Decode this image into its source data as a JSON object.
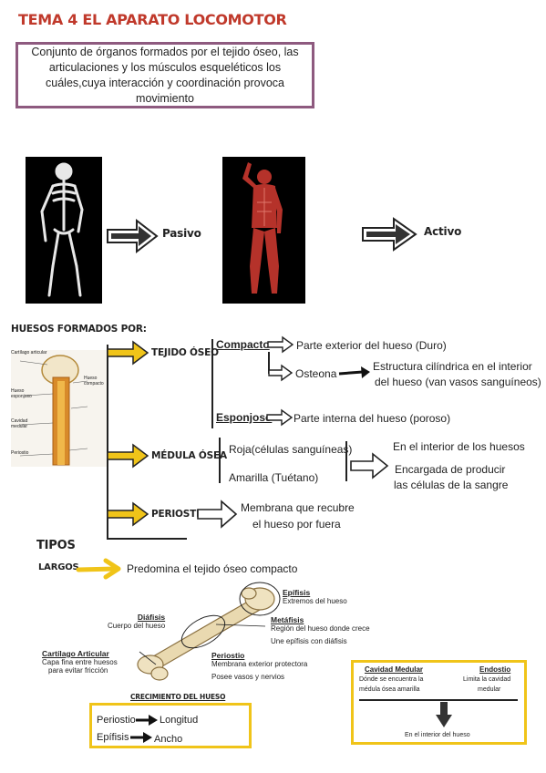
{
  "title": "TEMA 4 EL APARATO LOCOMOTOR",
  "definition": "Conjunto de órganos formados por el tejido óseo, las articulaciones y los músculos esqueléticos los cuáles,cuya interacción y coordinación provoca movimiento",
  "labels": {
    "pasivo": "Pasivo",
    "activo": "Activo",
    "huesos_formados": "HUESOS FORMADOS POR:",
    "tejido_oseo": "TEJIDO ÓSEO",
    "medula_osea": "MÉDULA ÓSEA",
    "periostio": "PERIOSTIO",
    "tipos": "TIPOS",
    "largos": "LARGOS"
  },
  "tejido": {
    "compacto": "Compacto",
    "compacto_desc": "Parte exterior del hueso (Duro)",
    "osteona": "Osteona",
    "osteona_desc_1": "Estructura cilíndrica en el interior",
    "osteona_desc_2": "del hueso (van vasos sanguíneos)",
    "esponjoso": "Esponjoso",
    "esponjoso_desc": "Parte interna del hueso (poroso)"
  },
  "medula": {
    "roja": "Roja(células sanguíneas)",
    "amarilla": "Amarilla (Tuétano)",
    "desc_1": "En el interior de los huesos",
    "desc_2a": "Encargada de producir",
    "desc_2b": "las células de la sangre"
  },
  "periostio": {
    "desc_1": "Membrana que recubre",
    "desc_2": "el hueso por fuera"
  },
  "largos_desc": "Predomina el tejido óseo compacto",
  "bone_diagram_labels": {
    "l1": "Cartílago articular",
    "l2": "Hueso esponjoso",
    "l3": "Cavidad medular",
    "l4": "Hueso compacto",
    "l5": "Periostio"
  },
  "parts": {
    "epifisis": "Epífisis",
    "epifisis_desc": "Extremos del hueso",
    "diafisis": "Diáfisis",
    "diafisis_desc": "Cuerpo del hueso",
    "metafisis": "Metáfisis",
    "metafisis_desc_1": "Región del hueso donde crece",
    "metafisis_desc_2": "Une epífisis con diáfisis",
    "cartilago": "Cartílago Articular",
    "cartilago_desc_1": "Capa fina entre huesos",
    "cartilago_desc_2": "para evitar fricción",
    "periostio": "Periostio",
    "periostio_desc_1": "Membrana exterior protectora",
    "periostio_desc_2": "Posee vasos y nervios"
  },
  "crecimiento": {
    "title": "CRECIMIENTO DEL HUESO",
    "row1_left": "Periostio",
    "row1_right": "Longitud",
    "row2_left": "Epífisis",
    "row2_right": "Ancho"
  },
  "cavidad": {
    "title": "Cavidad Medular",
    "desc_1": "Dónde se encuentra la",
    "desc_2": "médula ósea amarilla",
    "endostio": "Endostio",
    "endostio_desc_1": "Limita la cavidad",
    "endostio_desc_2": "medular",
    "bottom": "En el interior del hueso"
  },
  "colors": {
    "title": "#c0392b",
    "frame": "#8e5a7f",
    "yellow": "#f0c419"
  }
}
